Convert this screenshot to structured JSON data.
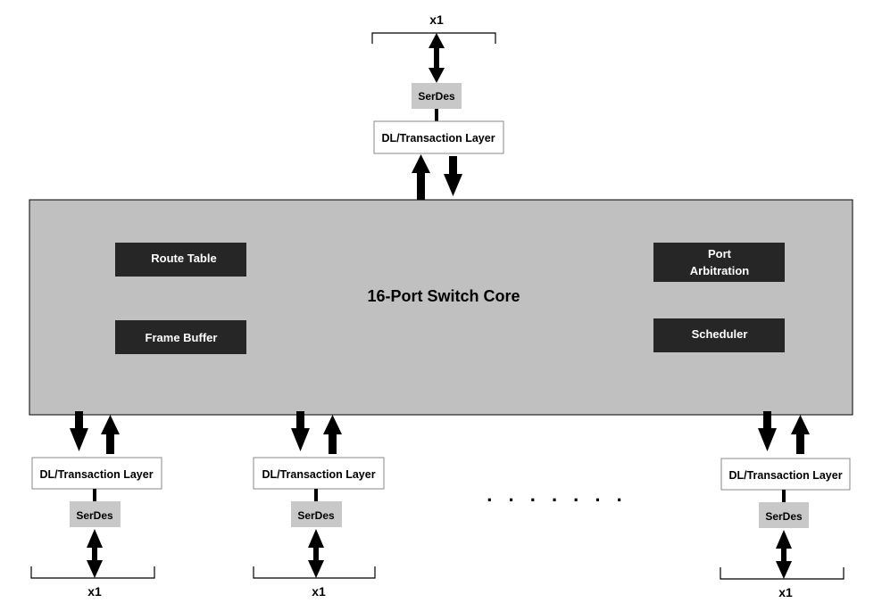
{
  "switch_core": {
    "title": "16-Port Switch Core",
    "route_table": "Route Table",
    "frame_buffer": "Frame Buffer",
    "port_arbitration_line1": "Port",
    "port_arbitration_line2": "Arbitration",
    "scheduler": "Scheduler"
  },
  "top_port": {
    "lane": "x1",
    "serdes": "SerDes",
    "layer": "DL/Transaction Layer"
  },
  "bottom_ports": [
    {
      "lane": "x1",
      "serdes": "SerDes",
      "layer": "DL/Transaction Layer"
    },
    {
      "lane": "x1",
      "serdes": "SerDes",
      "layer": "DL/Transaction Layer"
    },
    {
      "lane": "x1",
      "serdes": "SerDes",
      "layer": "DL/Transaction Layer"
    }
  ],
  "ellipsis": ". . . . . . ."
}
